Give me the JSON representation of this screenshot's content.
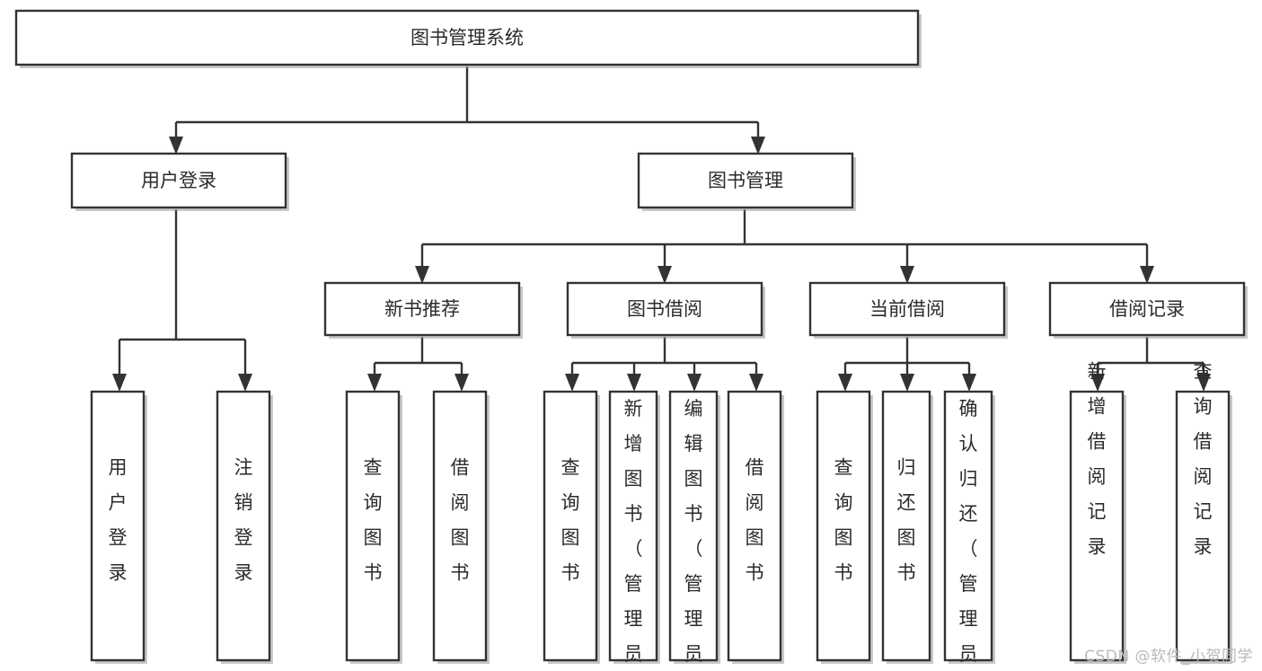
{
  "diagram": {
    "type": "hierarchy-tree",
    "title": "图书管理系统",
    "orientation": "top-down",
    "colors": {
      "box_fill": "#ffffff",
      "box_stroke": "#333333",
      "text": "#2b2b2b",
      "background": "#ffffff",
      "watermark": "#b9b9b9"
    },
    "root": {
      "label": "图书管理系统"
    },
    "level1": [
      {
        "label": "用户登录"
      },
      {
        "label": "图书管理"
      }
    ],
    "level2": [
      {
        "label": "新书推荐"
      },
      {
        "label": "图书借阅"
      },
      {
        "label": "当前借阅"
      },
      {
        "label": "借阅记录"
      }
    ],
    "leaves": {
      "user_login": [
        {
          "label": "用户登录"
        },
        {
          "label": "注销登录"
        }
      ],
      "new_book_recommend": [
        {
          "label": "查询图书"
        },
        {
          "label": "借阅图书"
        }
      ],
      "book_borrow": [
        {
          "label": "查询图书"
        },
        {
          "label": "新增图书（管理员）"
        },
        {
          "label": "编辑图书（管理员）"
        },
        {
          "label": "借阅图书"
        }
      ],
      "current_borrow": [
        {
          "label": "查询图书"
        },
        {
          "label": "归还图书"
        },
        {
          "label": "确认归还（管理员）"
        }
      ],
      "borrow_record": [
        {
          "label": "新增借阅记录"
        },
        {
          "label": "查询借阅记录"
        }
      ]
    },
    "watermark": "CSDN @软件_小贺同学"
  }
}
